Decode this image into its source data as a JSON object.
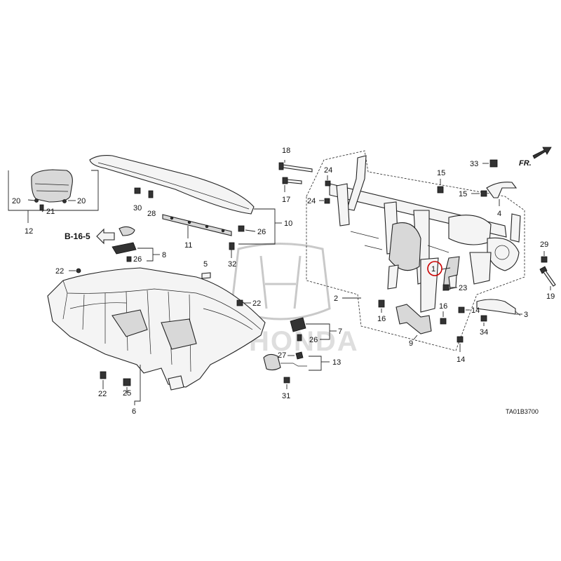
{
  "diagram_code": "TA01B3700",
  "reference": "B-16-5",
  "direction": "FR.",
  "watermark": "HONDA",
  "highlight_color": "#cc0000",
  "highlighted_part": "1",
  "labels": {
    "p1": "1",
    "p2": "2",
    "p3": "3",
    "p4": "4",
    "p5": "5",
    "p6": "6",
    "p7": "7",
    "p8": "8",
    "p9": "9",
    "p10": "10",
    "p11": "11",
    "p12": "12",
    "p13": "13",
    "p14a": "14",
    "p14b": "14",
    "p15a": "15",
    "p15b": "15",
    "p16a": "16",
    "p16b": "16",
    "p17": "17",
    "p18": "18",
    "p19": "19",
    "p20a": "20",
    "p20b": "20",
    "p21": "21",
    "p22a": "22",
    "p22b": "22",
    "p22c": "22",
    "p23": "23",
    "p24a": "24",
    "p24b": "24",
    "p25": "25",
    "p26a": "26",
    "p26b": "26",
    "p26c": "26",
    "p27": "27",
    "p28": "28",
    "p29": "29",
    "p30": "30",
    "p31": "31",
    "p32": "32",
    "p33": "33",
    "p34": "34"
  }
}
